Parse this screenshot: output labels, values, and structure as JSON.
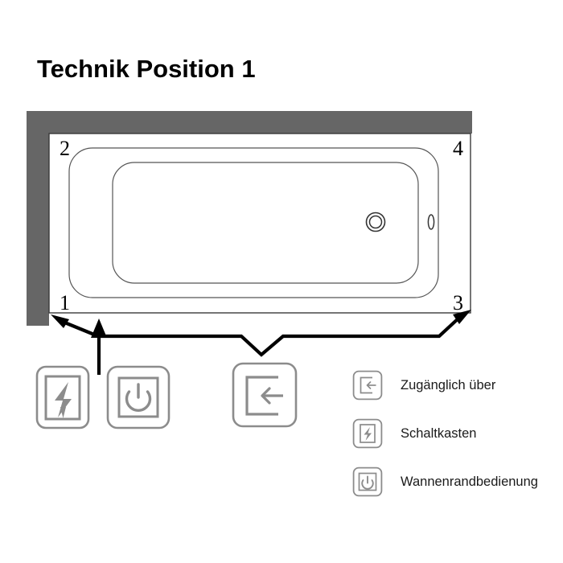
{
  "page": {
    "title": "Technik Position 1",
    "background_color": "#ffffff"
  },
  "colors": {
    "wall_gray": "#666666",
    "outline_black": "#000000",
    "tub_line": "#3a3a3a",
    "tub_rim_line": "#888888",
    "icon_gray": "#8c8c8c",
    "text_black": "#1a1a1a"
  },
  "diagram": {
    "name": "bathtub-plan-view",
    "wall": {
      "label": "wall-shading",
      "orientation": "L-shape top and left"
    },
    "tub": {
      "corner_labels": [
        {
          "id": "corner-2",
          "text": "2",
          "position": "top-left"
        },
        {
          "id": "corner-4",
          "text": "4",
          "position": "top-right"
        },
        {
          "id": "corner-1",
          "text": "1",
          "position": "bottom-left"
        },
        {
          "id": "corner-3",
          "text": "3",
          "position": "bottom-right"
        }
      ],
      "fittings": [
        {
          "id": "drain-ring",
          "icon": "drain-icon"
        },
        {
          "id": "overflow-slot",
          "icon": "overflow-icon"
        }
      ]
    },
    "annotations": [
      {
        "id": "arrow-to-corner-1",
        "icon": "arrow-icon",
        "direction": "up-left"
      },
      {
        "id": "arrow-to-schaltkasten-bracket",
        "icon": "arrow-icon",
        "direction": "up"
      },
      {
        "id": "arrow-to-corner-3",
        "icon": "arrow-icon",
        "direction": "up-right"
      },
      {
        "id": "bracket-to-access-door",
        "icon": "bracket-icon",
        "direction": "down"
      }
    ]
  },
  "component_icons": [
    {
      "id": "icon-schaltkasten",
      "glyph": "lightning-bolt-icon",
      "frame": "rectangle"
    },
    {
      "id": "icon-wannenrandbedienung",
      "glyph": "power-icon",
      "frame": "square"
    },
    {
      "id": "icon-zugang",
      "glyph": "door-access-icon",
      "frame": "square"
    }
  ],
  "legend": {
    "items": [
      {
        "label": "Zugänglich über",
        "icon": "door-access-icon"
      },
      {
        "label": "Schaltkasten",
        "icon": "lightning-bolt-icon"
      },
      {
        "label": "Wannenrandbedienung",
        "icon": "power-icon"
      }
    ]
  }
}
